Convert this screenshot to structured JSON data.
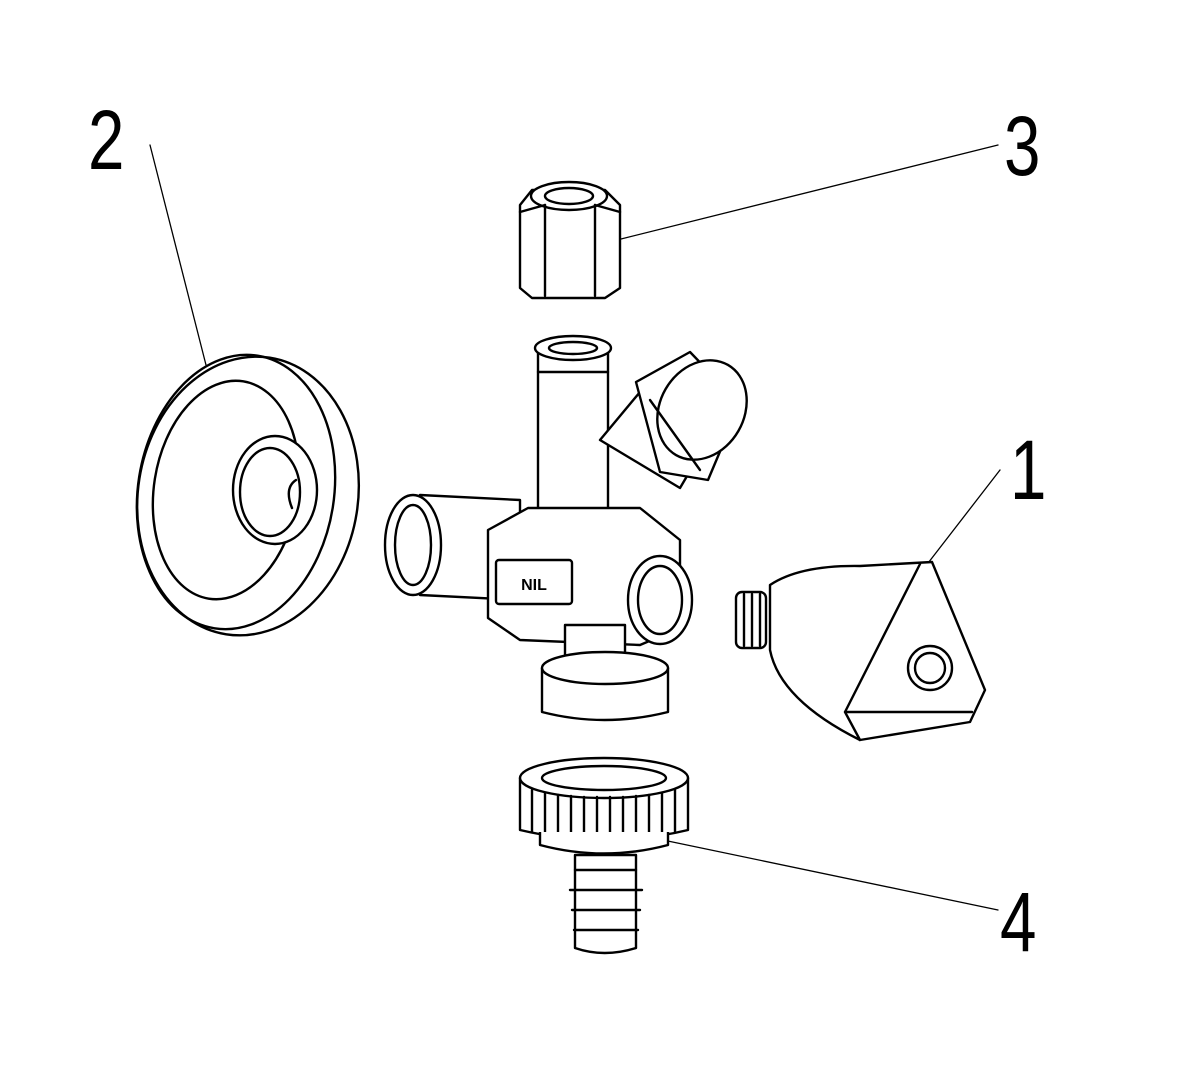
{
  "callouts": {
    "one": "1",
    "two": "2",
    "three": "3",
    "four": "4"
  },
  "valve_body_marking": "NIL",
  "colors": {
    "line": "#000000",
    "background": "#ffffff"
  }
}
